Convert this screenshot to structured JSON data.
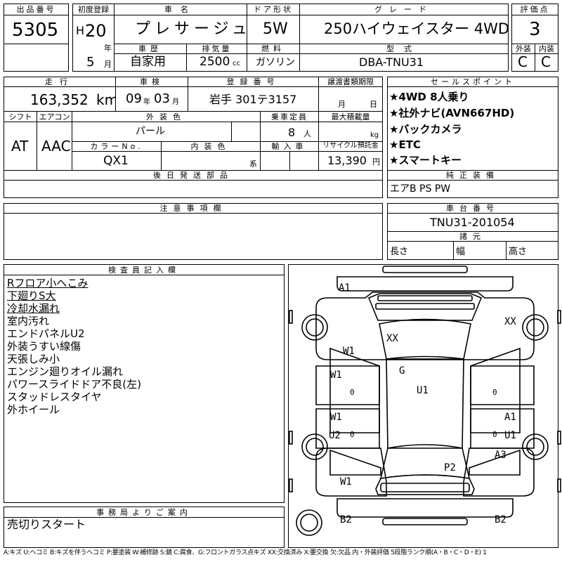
{
  "labels": {
    "lot_no": "出品番号",
    "first_reg": "初度登録",
    "car_name": "車名",
    "door": "ドア形状",
    "grade": "グレード",
    "rating": "評価点",
    "era_prefix": "H",
    "year_unit": "年",
    "month_unit": "月",
    "history": "車歴",
    "displacement": "排気量",
    "displacement_unit": "cc",
    "fuel": "燃料",
    "model_code": "型式",
    "ext_grade": "外装",
    "int_grade": "内装",
    "mileage": "走行",
    "inspection": "車検",
    "year_unit2": "年",
    "month_unit2": "月",
    "plate": "登録番号",
    "transfer_docs": "譲渡書類期限",
    "transfer_month": "月",
    "transfer_day": "日",
    "sales_points": "セールスポイント",
    "shift": "シフト",
    "aircon": "エアコン",
    "ext_color": "外装色",
    "capacity": "乗車定員",
    "capacity_unit": "人",
    "max_load": "最大積載量",
    "max_load_unit": "kg",
    "color_no": "カラーNo.",
    "int_color": "内装色",
    "int_color_suffix": "系",
    "import": "輸入車",
    "recycle": "リサイクル預託金",
    "recycle_unit": "円",
    "post_parts": "後日発送部品",
    "std_equipment": "純正装備",
    "notes": "注意事項欄",
    "chassis": "車台番号",
    "dims": "諸元",
    "length": "長さ",
    "width": "幅",
    "height": "高さ",
    "inspector": "検査員記入欄",
    "office_notes": "事務局よりご案内"
  },
  "vehicle": {
    "lot_no": "5305",
    "year": "20",
    "month": "5",
    "car_name": "プレサージュ",
    "door": "5W",
    "grade": "250ハイウェイスター 4WD",
    "rating": "3",
    "history": "自家用",
    "displacement": "2500",
    "fuel": "ガソリン",
    "model_code": "DBA-TNU31",
    "ext_grade": "C",
    "int_grade": "C",
    "mileage": "163,352",
    "mileage_unit": "km",
    "inspection_year": "09",
    "inspection_month": "03",
    "plate": "岩手 301テ3157",
    "shift": "AT",
    "aircon": "AAC",
    "ext_color": "パール",
    "capacity": "8",
    "color_no": "QX1",
    "recycle": "13,390",
    "std_equipment": "エアB PS PW",
    "chassis": "TNU31-201054"
  },
  "sales_points": [
    "★4WD 8人乗り",
    "★社外ナビ(AVN667HD)",
    "★バックカメラ",
    "★ETC",
    "★スマートキー"
  ],
  "inspector_notes": [
    {
      "text": "Rフロア小へこみ",
      "underline": true
    },
    {
      "text": "下廻りS大",
      "underline": true
    },
    {
      "text": "冷却水漏れ",
      "underline": true
    },
    {
      "text": "室内汚れ",
      "underline": false
    },
    {
      "text": "エンドパネルU2",
      "underline": false
    },
    {
      "text": "外装うすい線傷",
      "underline": false
    },
    {
      "text": "天張しみ小",
      "underline": false
    },
    {
      "text": "エンジン廻りオイル漏れ",
      "underline": false
    },
    {
      "text": "パワースライドドア不良(左)",
      "underline": false
    },
    {
      "text": "スタッドレスタイヤ",
      "underline": false
    },
    {
      "text": "外ホイール",
      "underline": false
    }
  ],
  "office_message": "売切りスタート",
  "diagram_marks": {
    "front_bumper": "A1",
    "hood": "XX",
    "right_fender": "XX",
    "left_fender": "W1",
    "roof": "G",
    "roof_mid": "U1",
    "left_front_door": "W1",
    "left_rear_door_top": "W1",
    "left_rear_door_bottom": "U2",
    "right_rear_door_top": "A1",
    "right_rear_door_bottom": "U1",
    "right_rear_fender": "A3",
    "tailgate": "P2",
    "left_rear_fender": "W1",
    "rear_left": "B2",
    "rear_right": "B2",
    "door_zero": "0"
  },
  "legend": "A:キズ U:ヘコミ B:キズを伴うヘコミ P:要塗装 W:補修跡 S:錆 C:腐食、G:フロントガラス点キズ XX:交換済み X:要交換 欠:欠品 内・外装評価 5段階ランク順(A・B・C・D・E) 1"
}
